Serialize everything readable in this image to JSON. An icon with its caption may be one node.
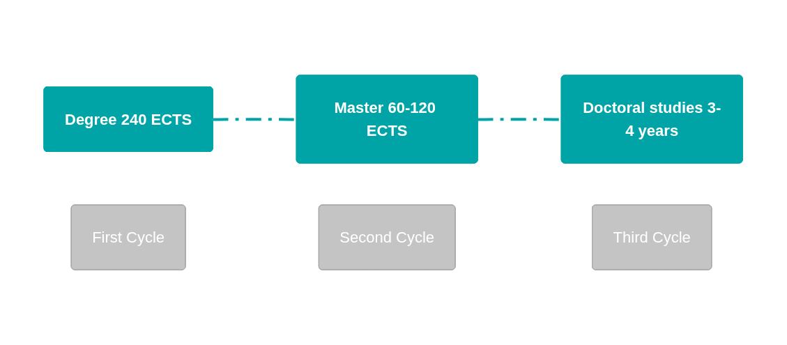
{
  "diagram": {
    "nodes": [
      {
        "text": [
          "Degree 240 ECTS"
        ]
      },
      {
        "text": [
          "Master 60-120 ECTS"
        ]
      },
      {
        "text": [
          "Doctoral studies 3-4 years"
        ]
      },
      {
        "text": [
          "First Cycle"
        ]
      },
      {
        "text": [
          "Second Cycle"
        ]
      },
      {
        "text": [
          "Third Cycle"
        ]
      }
    ],
    "edges": [
      {
        "from": 0,
        "to": 1,
        "arrow": "none",
        "style": "dashed"
      },
      {
        "from": 1,
        "to": 2,
        "arrow": "none",
        "style": "dashed"
      }
    ]
  }
}
